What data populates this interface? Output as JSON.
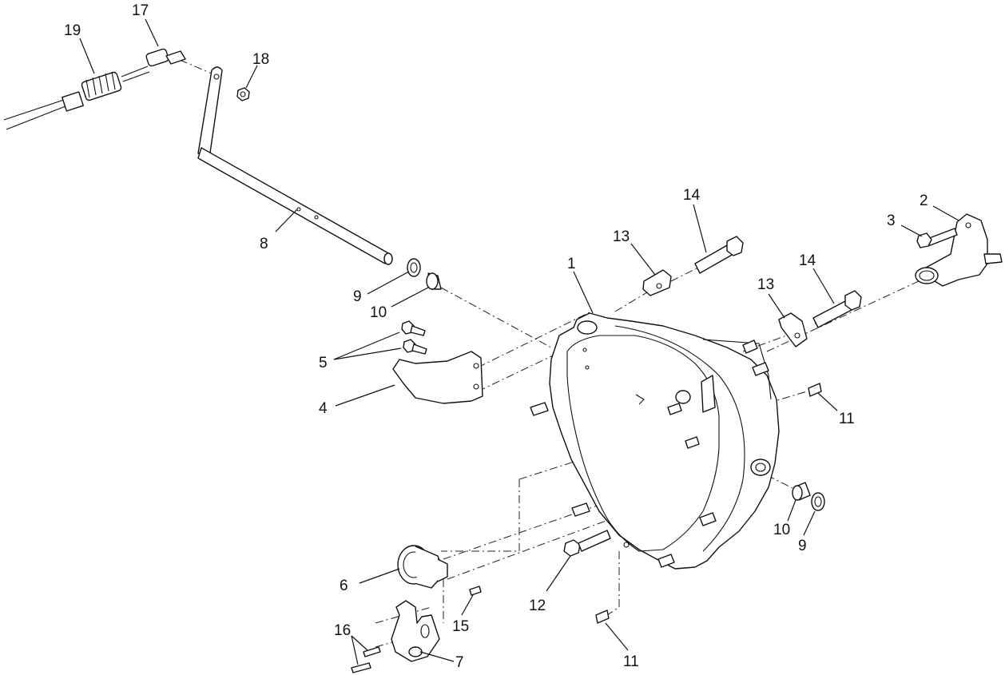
{
  "callouts": {
    "c1": "1",
    "c2": "2",
    "c3": "3",
    "c4": "4",
    "c5": "5",
    "c6": "6",
    "c7": "7",
    "c8": "8",
    "c9a": "9",
    "c9b": "9",
    "c10a": "10",
    "c10b": "10",
    "c11a": "11",
    "c11b": "11",
    "c12": "12",
    "c13a": "13",
    "c13b": "13",
    "c14a": "14",
    "c14b": "14",
    "c15": "15",
    "c16": "16",
    "c17": "17",
    "c18": "18",
    "c19": "19"
  },
  "colors": {
    "line": "#111111",
    "background": "#ffffff"
  }
}
